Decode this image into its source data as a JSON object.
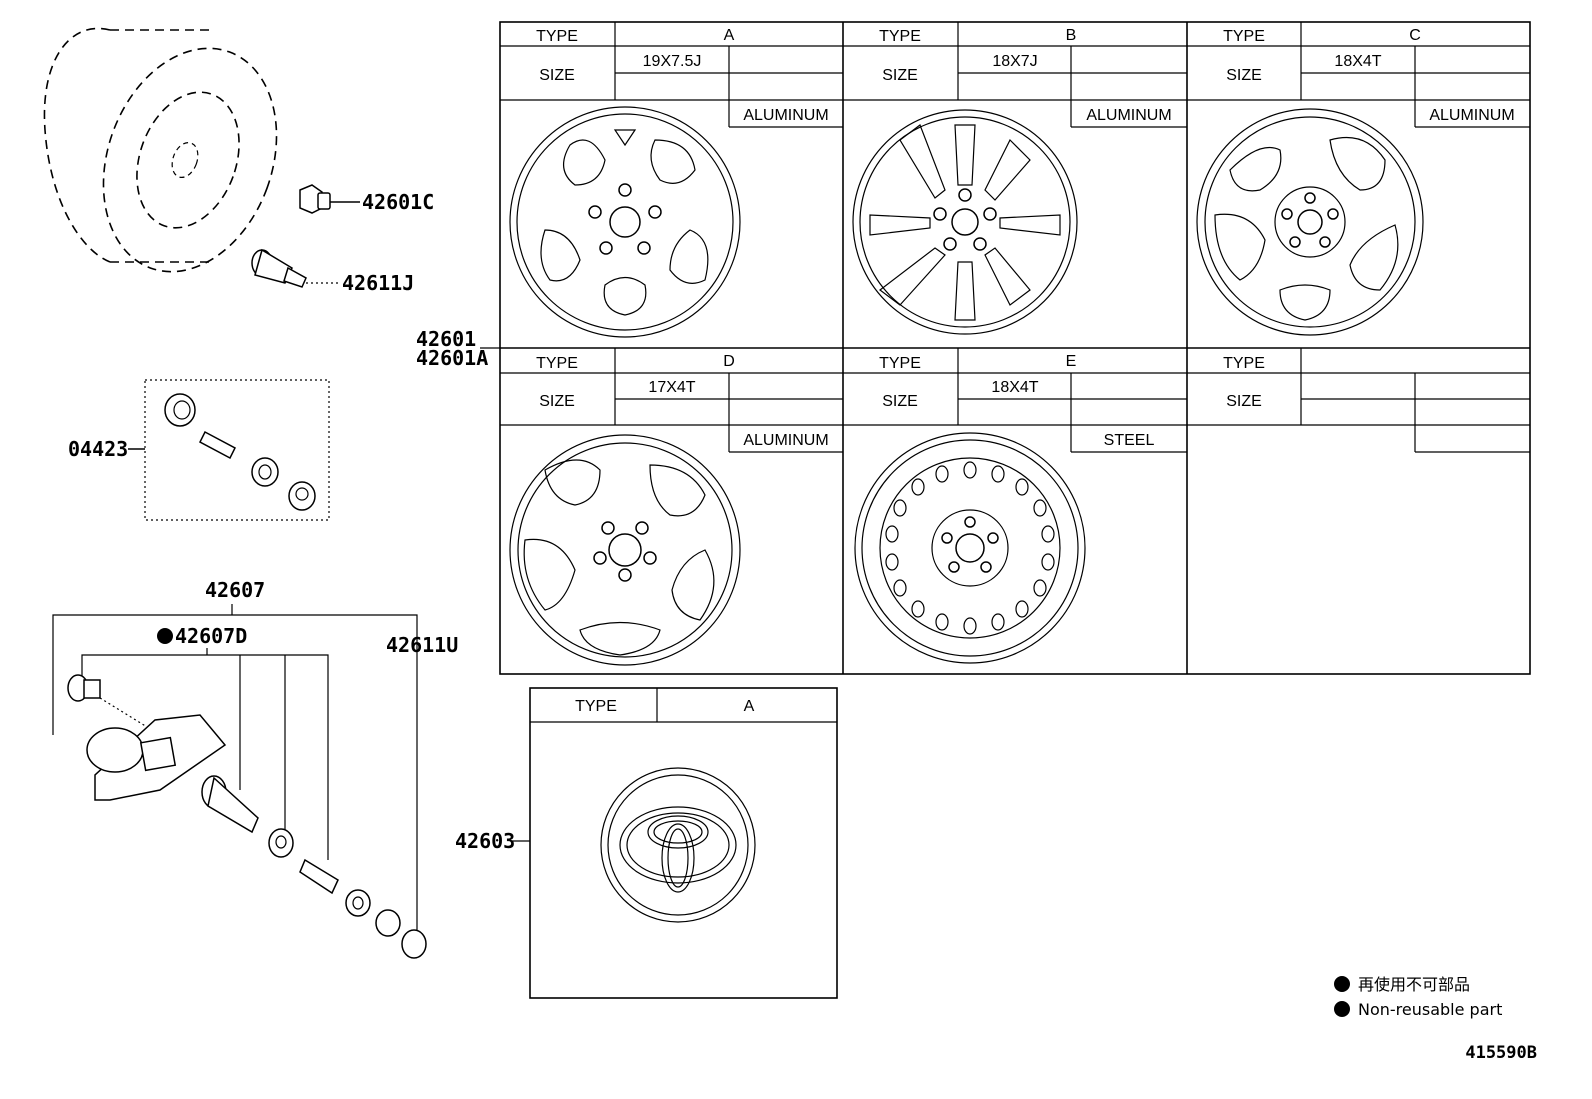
{
  "part_labels": {
    "nut_cap": "42601C",
    "valve_a": "42611J",
    "valve_kit": "04423",
    "sensor": "42607",
    "sensor_note": "42607D",
    "valve_cap": "42611U",
    "wheel_1": "42601",
    "wheel_2": "42601A",
    "center_cap": "42603"
  },
  "wheel_table": {
    "type_label": "TYPE",
    "size_label": "SIZE",
    "cells": [
      {
        "type": "A",
        "size": "19X7.5J",
        "material": "ALUMINUM"
      },
      {
        "type": "B",
        "size": "18X7J",
        "material": "ALUMINUM"
      },
      {
        "type": "C",
        "size": "18X4T",
        "material": "ALUMINUM"
      },
      {
        "type": "D",
        "size": "17X4T",
        "material": "ALUMINUM"
      },
      {
        "type": "E",
        "size": "18X4T",
        "material": "STEEL"
      },
      {
        "type": "",
        "size": "",
        "material": ""
      }
    ]
  },
  "cap_table": {
    "type_label": "TYPE",
    "type": "A"
  },
  "legend": {
    "line_jp": "再使用不可部品",
    "line_en": "Non-reusable part"
  },
  "diagram_id": "415590B"
}
